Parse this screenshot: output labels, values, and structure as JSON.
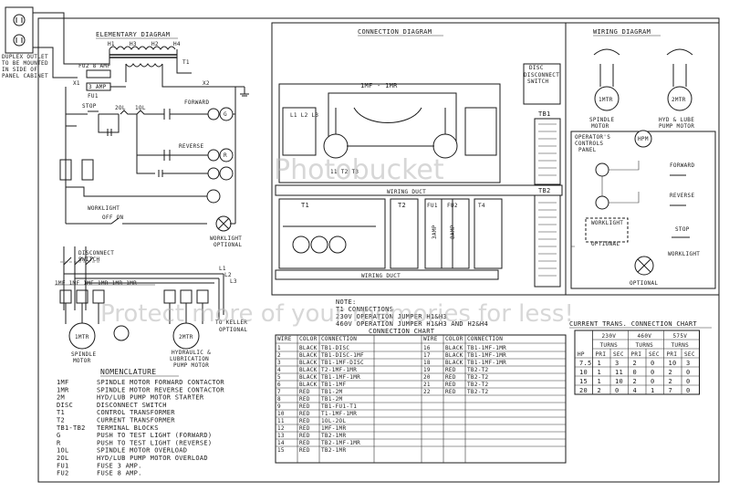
{
  "outlet": {
    "label": [
      "DUPLEX OUTLET",
      "TO BE MOUNTED",
      "IN SIDE OF",
      "PANEL CABINET"
    ]
  },
  "elementary": {
    "title": "ELEMENTARY DIAGRAM",
    "h_labels": [
      "H1",
      "H3",
      "H2",
      "H4"
    ],
    "t1": "T1",
    "fuse1": "FU2 8 AMP",
    "fuse2": "3 AMP",
    "fu1": "FU1",
    "x_labels": [
      "X1",
      "X2"
    ],
    "stop": "STOP",
    "forward": "FORWARD",
    "reverse": "REVERSE",
    "worklight": "WORKLIGHT",
    "worklight_opt": [
      "WORKLIGHT",
      "OPTIONAL"
    ],
    "disconnect_switch": [
      "DISCONNECT",
      "SWITCH"
    ],
    "spindle_motor": [
      "SPINDLE",
      "MOTOR"
    ],
    "hydlube_motor": [
      "HYDRAULIC &",
      "LUBRICATION",
      "PUMP MOTOR"
    ],
    "to_keller": [
      "TO KELLER",
      "OPTIONAL"
    ],
    "l_labels": [
      "L1",
      "L2",
      "L3"
    ]
  },
  "nomenclature": {
    "title": "NOMENCLATURE",
    "rows": [
      {
        "code": "1MF",
        "desc": "SPINDLE MOTOR FORWARD CONTACTOR"
      },
      {
        "code": "1MR",
        "desc": "SPINDLE MOTOR REVERSE CONTACTOR"
      },
      {
        "code": "2M",
        "desc": "HYD/LUB PUMP MOTOR STARTER"
      },
      {
        "code": "DISC",
        "desc": "DISCONNECT SWITCH"
      },
      {
        "code": "T1",
        "desc": "CONTROL TRANSFORMER"
      },
      {
        "code": "T2",
        "desc": "CURRENT TRANSFORMER"
      },
      {
        "code": "TB1-TB2",
        "desc": "TERMINAL BLOCKS"
      },
      {
        "code": "G",
        "desc": "PUSH TO TEST LIGHT (FORWARD)"
      },
      {
        "code": "R",
        "desc": "PUSH TO TEST LIGHT (REVERSE)"
      },
      {
        "code": "1OL",
        "desc": "SPINDLE MOTOR OVERLOAD"
      },
      {
        "code": "2OL",
        "desc": "HYD/LUB PUMP MOTOR OVERLOAD"
      },
      {
        "code": "FU1",
        "desc": "FUSE 3 AMP."
      },
      {
        "code": "FU2",
        "desc": "FUSE 8 AMP."
      }
    ]
  },
  "connection": {
    "title": "CONNECTION DIAGRAM",
    "contactor_label": "1MF - 1MR",
    "wiring_duct_1": "WIRING DUCT",
    "wiring_duct_2": "WIRING DUCT",
    "tb1": "TB1",
    "tb2": "TB2",
    "t1": "T1",
    "t2": "T2",
    "fu1": "FU1",
    "fu2": "FU2",
    "disc": [
      "DISC",
      "DISCONNECT",
      "SWITCH"
    ],
    "amp3": "3AMP",
    "amp8": "8AMP"
  },
  "notes": {
    "title": "NOTE:",
    "lines": [
      "T1 CONNECTIONS",
      "230V OPERATION JUMPER H1&H3",
      "460V OPERATION JUMPER H1&H3 AND H2&H4"
    ]
  },
  "conn_chart": {
    "title": "CONNECTION CHART",
    "headers": [
      "WIRE",
      "COLOR",
      "CONNECTION",
      "WIRE",
      "COLOR",
      "CONNECTION"
    ],
    "rows": [
      [
        "1",
        "BLACK",
        "TB1-DISC",
        "16",
        "BLACK",
        "TB1-1MF-1MR"
      ],
      [
        "2",
        "BLACK",
        "TB1-DISC-1MF",
        "17",
        "BLACK",
        "TB1-1MF-1MR"
      ],
      [
        "3",
        "BLACK",
        "TB1-1MF-DISC",
        "18",
        "BLACK",
        "TB1-1MF-1MR"
      ],
      [
        "4",
        "BLACK",
        "T2-1MF-1MR",
        "19",
        "RED",
        "TB2-T2"
      ],
      [
        "5",
        "BLACK",
        "TB1-1MF-1MR",
        "20",
        "RED",
        "TB2-T2"
      ],
      [
        "6",
        "BLACK",
        "TB1-1MF",
        "21",
        "RED",
        "TB2-T2"
      ],
      [
        "7",
        "RED",
        "TB1-2M",
        "22",
        "RED",
        "TB2-T2"
      ],
      [
        "8",
        "RED",
        "TB1-2M",
        "",
        "",
        ""
      ],
      [
        "9",
        "RED",
        "TB1-FU1-T1",
        "",
        "",
        ""
      ],
      [
        "10",
        "RED",
        "T1-1MF-1MR",
        "",
        "",
        ""
      ],
      [
        "11",
        "RED",
        "1OL-2OL",
        "",
        "",
        ""
      ],
      [
        "12",
        "RED",
        "1MF-1MR",
        "",
        "",
        ""
      ],
      [
        "13",
        "RED",
        "TB2-1MR",
        "",
        "",
        ""
      ],
      [
        "14",
        "RED",
        "TB2-1MF-1MR",
        "",
        "",
        ""
      ],
      [
        "15",
        "RED",
        "TB2-1MR",
        "",
        "",
        ""
      ]
    ]
  },
  "wiring": {
    "title": "WIRING DIAGRAM",
    "spindle_motor": [
      "SPINDLE",
      "MOTOR"
    ],
    "hydlube_motor": [
      "HYD & LUBE",
      "PUMP MOTOR"
    ],
    "operators": [
      "OPERATOR'S",
      "CONTROLS",
      "PANEL"
    ],
    "forward": "FORWARD",
    "reverse": "REVERSE",
    "stop": "STOP",
    "worklight": "WORKLIGHT",
    "optional": "OPTIONAL",
    "worklight2": "WORKLIGHT",
    "optional2": "OPTIONAL",
    "mtr1": "1MTR",
    "mtr2": "2MTR",
    "hpm": "HPM"
  },
  "ct_chart": {
    "title": "CURRENT TRANS. CONNECTION CHART",
    "voltages": [
      "230V",
      "460V",
      "575V"
    ],
    "sub": [
      "TURNS",
      "TURNS",
      "TURNS"
    ],
    "cols": [
      "HP",
      "PRI",
      "SEC",
      "PRI",
      "SEC",
      "PRI",
      "SEC"
    ],
    "rows": [
      [
        "7.5",
        "1",
        "3",
        "2",
        "0",
        "10",
        "3"
      ],
      [
        "10",
        "1",
        "11",
        "0",
        "0",
        "2",
        "0"
      ],
      [
        "15",
        "1",
        "10",
        "2",
        "0",
        "2",
        "0"
      ],
      [
        "20",
        "2",
        "0",
        "4",
        "1",
        "7",
        "0"
      ]
    ]
  },
  "watermark": {
    "text": "Photobucket",
    "text2": "Protect more of your memories for less!"
  }
}
